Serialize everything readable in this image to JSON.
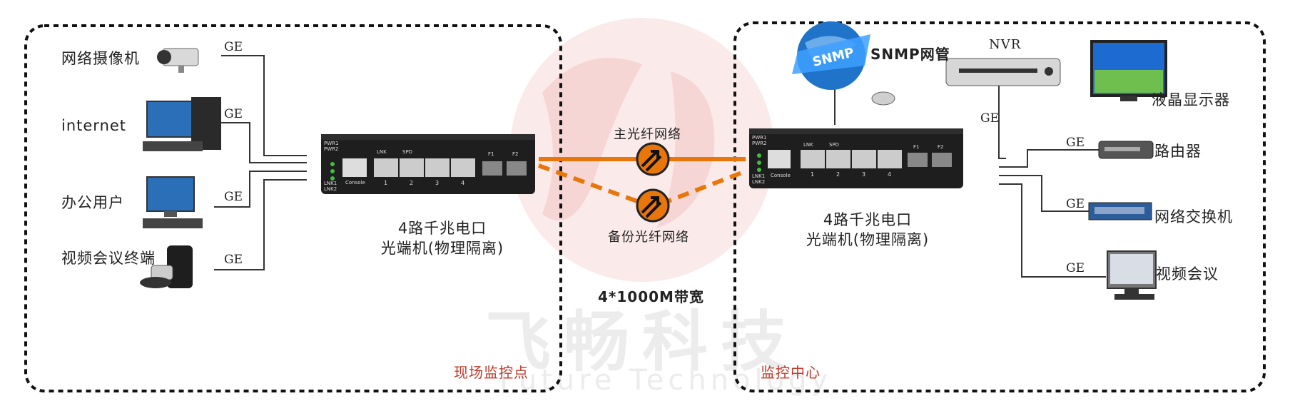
{
  "watermark": {
    "cn": "飞畅科技",
    "en": "Future Technology"
  },
  "left_site": {
    "label": "现场监控点",
    "devices": [
      {
        "name": "网络摄像机",
        "link": "GE",
        "icon": "camera-icon"
      },
      {
        "name": "internet",
        "link": "GE",
        "icon": "desktop-computer-icon"
      },
      {
        "name": "办公用户",
        "link": "GE",
        "icon": "office-pc-icon"
      },
      {
        "name": "视频会议终端",
        "link": "GE",
        "icon": "video-terminal-icon"
      }
    ],
    "converter": {
      "line1": "4路千兆电口",
      "line2": "光端机(物理隔离)"
    }
  },
  "links": {
    "main": "主光纤网络",
    "backup": "备份光纤网络",
    "bandwidth": "4*1000M带宽"
  },
  "right_site": {
    "label": "监控中心",
    "snmp": "SNMP网管",
    "nvr": "NVR",
    "nvr_link": "GE",
    "monitor": "液晶显示器",
    "converter": {
      "line1": "4路千兆电口",
      "line2": "光端机(物理隔离)"
    },
    "devices": [
      {
        "name": "路由器",
        "link": "GE",
        "icon": "router-icon"
      },
      {
        "name": "网络交换机",
        "link": "GE",
        "icon": "switch-icon"
      },
      {
        "name": "视频会议",
        "link": "GE",
        "icon": "video-conference-pc-icon"
      }
    ]
  },
  "converter_panel": {
    "pwr1": "PWR1",
    "pwr2": "PWR2",
    "lnk1": "LNK1",
    "lnk2": "LNK2",
    "console": "Console",
    "lnk": "LNK",
    "spd": "SPD",
    "p1": "1",
    "p2": "2",
    "p3": "3",
    "p4": "4",
    "f1": "F1",
    "f2": "F2"
  },
  "snmp_globe_text": "SNMP",
  "colors": {
    "fiber": "#e8760a",
    "region_text": "#c0392b",
    "border": "#111111",
    "watermark": "#f3d6d6"
  }
}
